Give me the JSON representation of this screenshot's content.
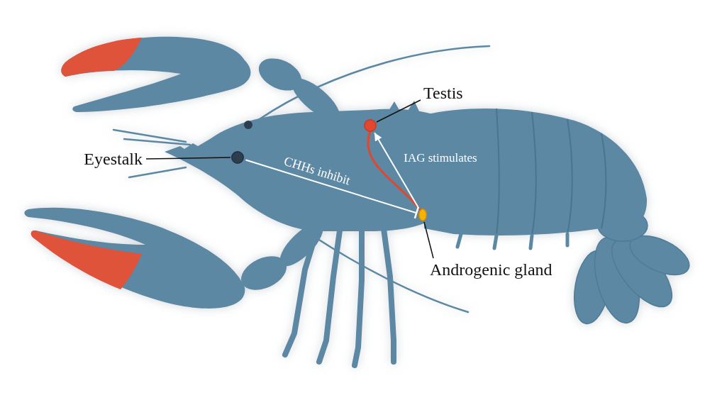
{
  "diagram": {
    "nodes": [
      {
        "text": [
          "Testis"
        ]
      },
      {
        "text": [
          "Eyestalk"
        ]
      },
      {
        "text": [
          "Androgenic gland"
        ]
      }
    ],
    "edges": [
      {
        "from": 1,
        "to": 2,
        "label": "CHHs inhibit",
        "arrow": "to"
      },
      {
        "from": 2,
        "to": 0,
        "label": "IAG stimulates",
        "arrow": "to"
      }
    ]
  }
}
